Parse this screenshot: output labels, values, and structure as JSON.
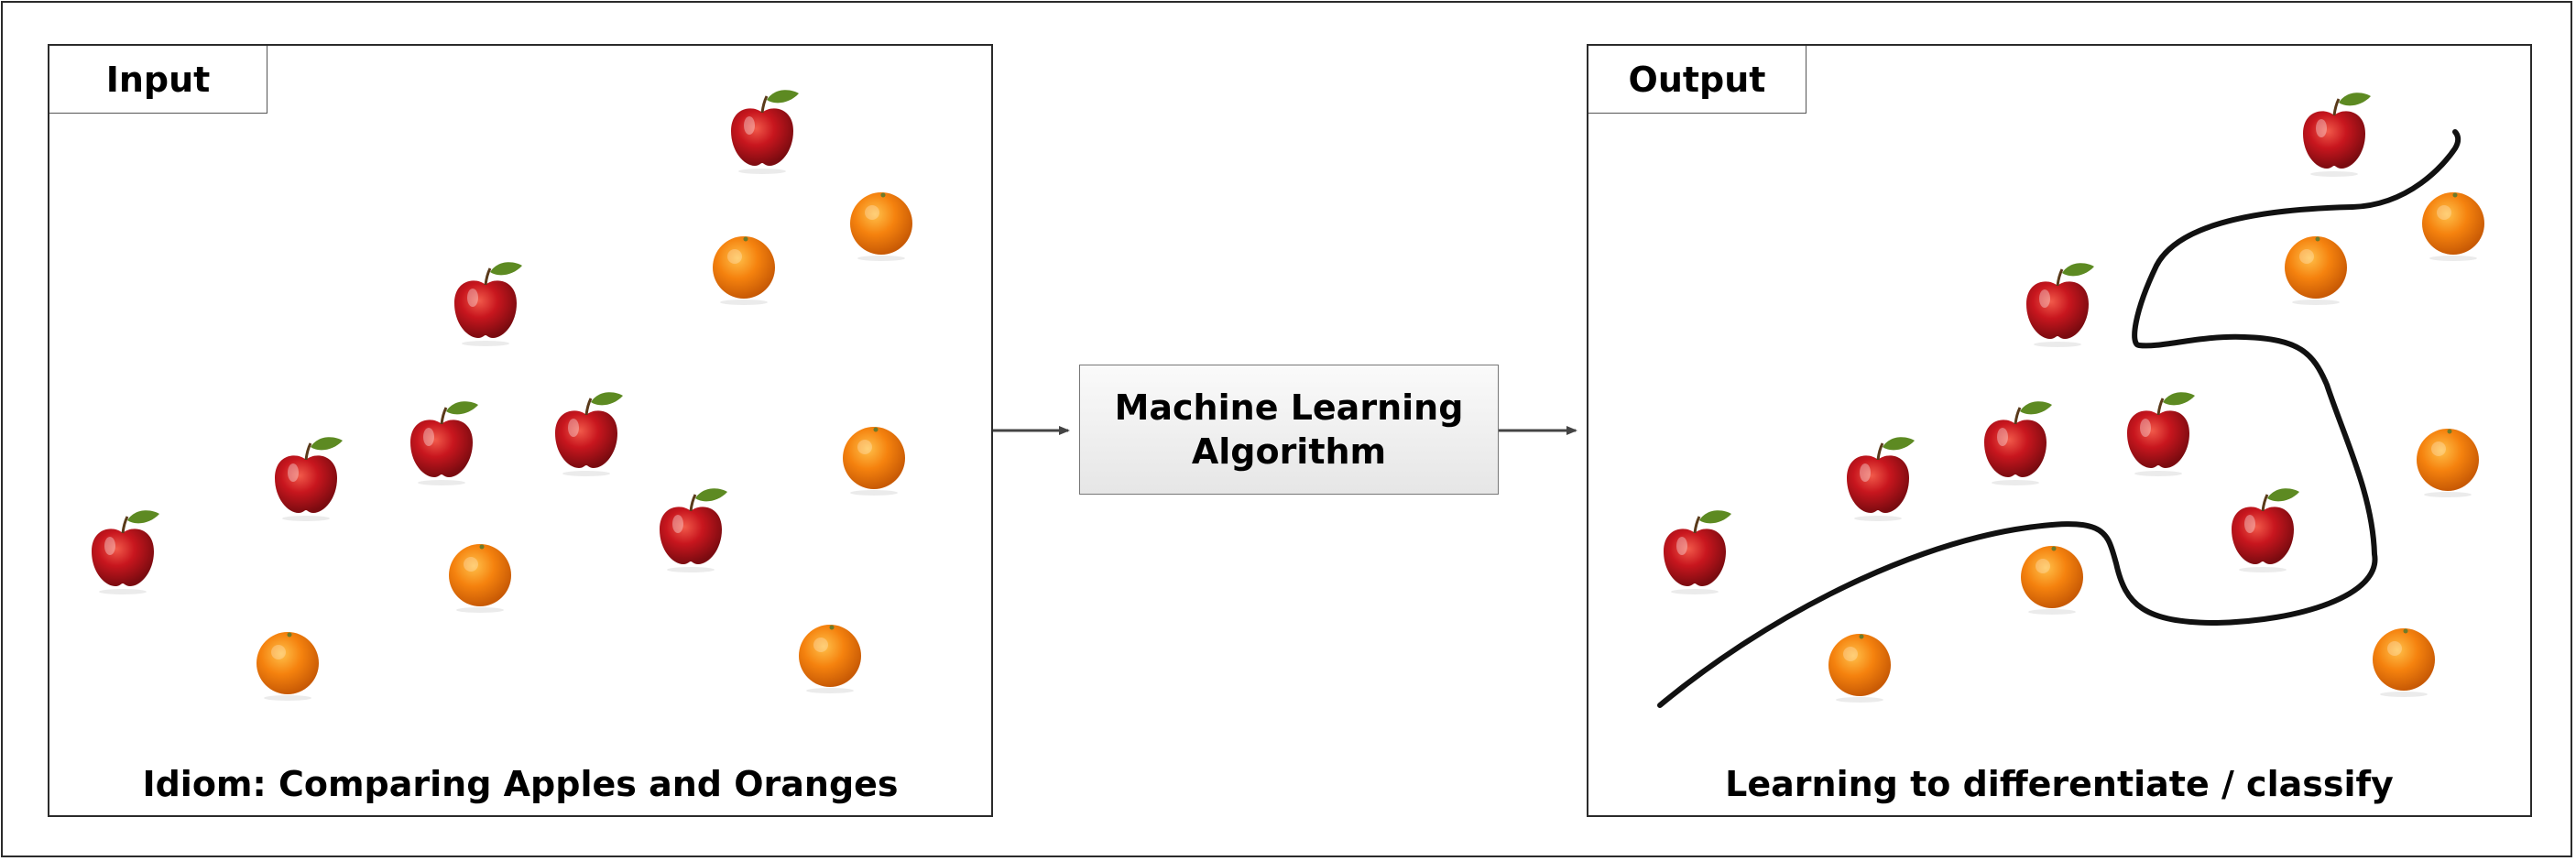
{
  "input_panel": {
    "label": "Input",
    "caption": "Idiom: Comparing Apples and Oranges"
  },
  "output_panel": {
    "label": "Output",
    "caption": "Learning to differentiate / classify"
  },
  "algorithm": {
    "line1": "Machine Learning",
    "line2": "Algorithm"
  },
  "colors": {
    "apple": "#c0141d",
    "orange": "#f07e0c",
    "leaf": "#5d8a22",
    "line": "#111111"
  },
  "icons": [
    "apple-icon",
    "orange-icon",
    "arrow-icon"
  ]
}
